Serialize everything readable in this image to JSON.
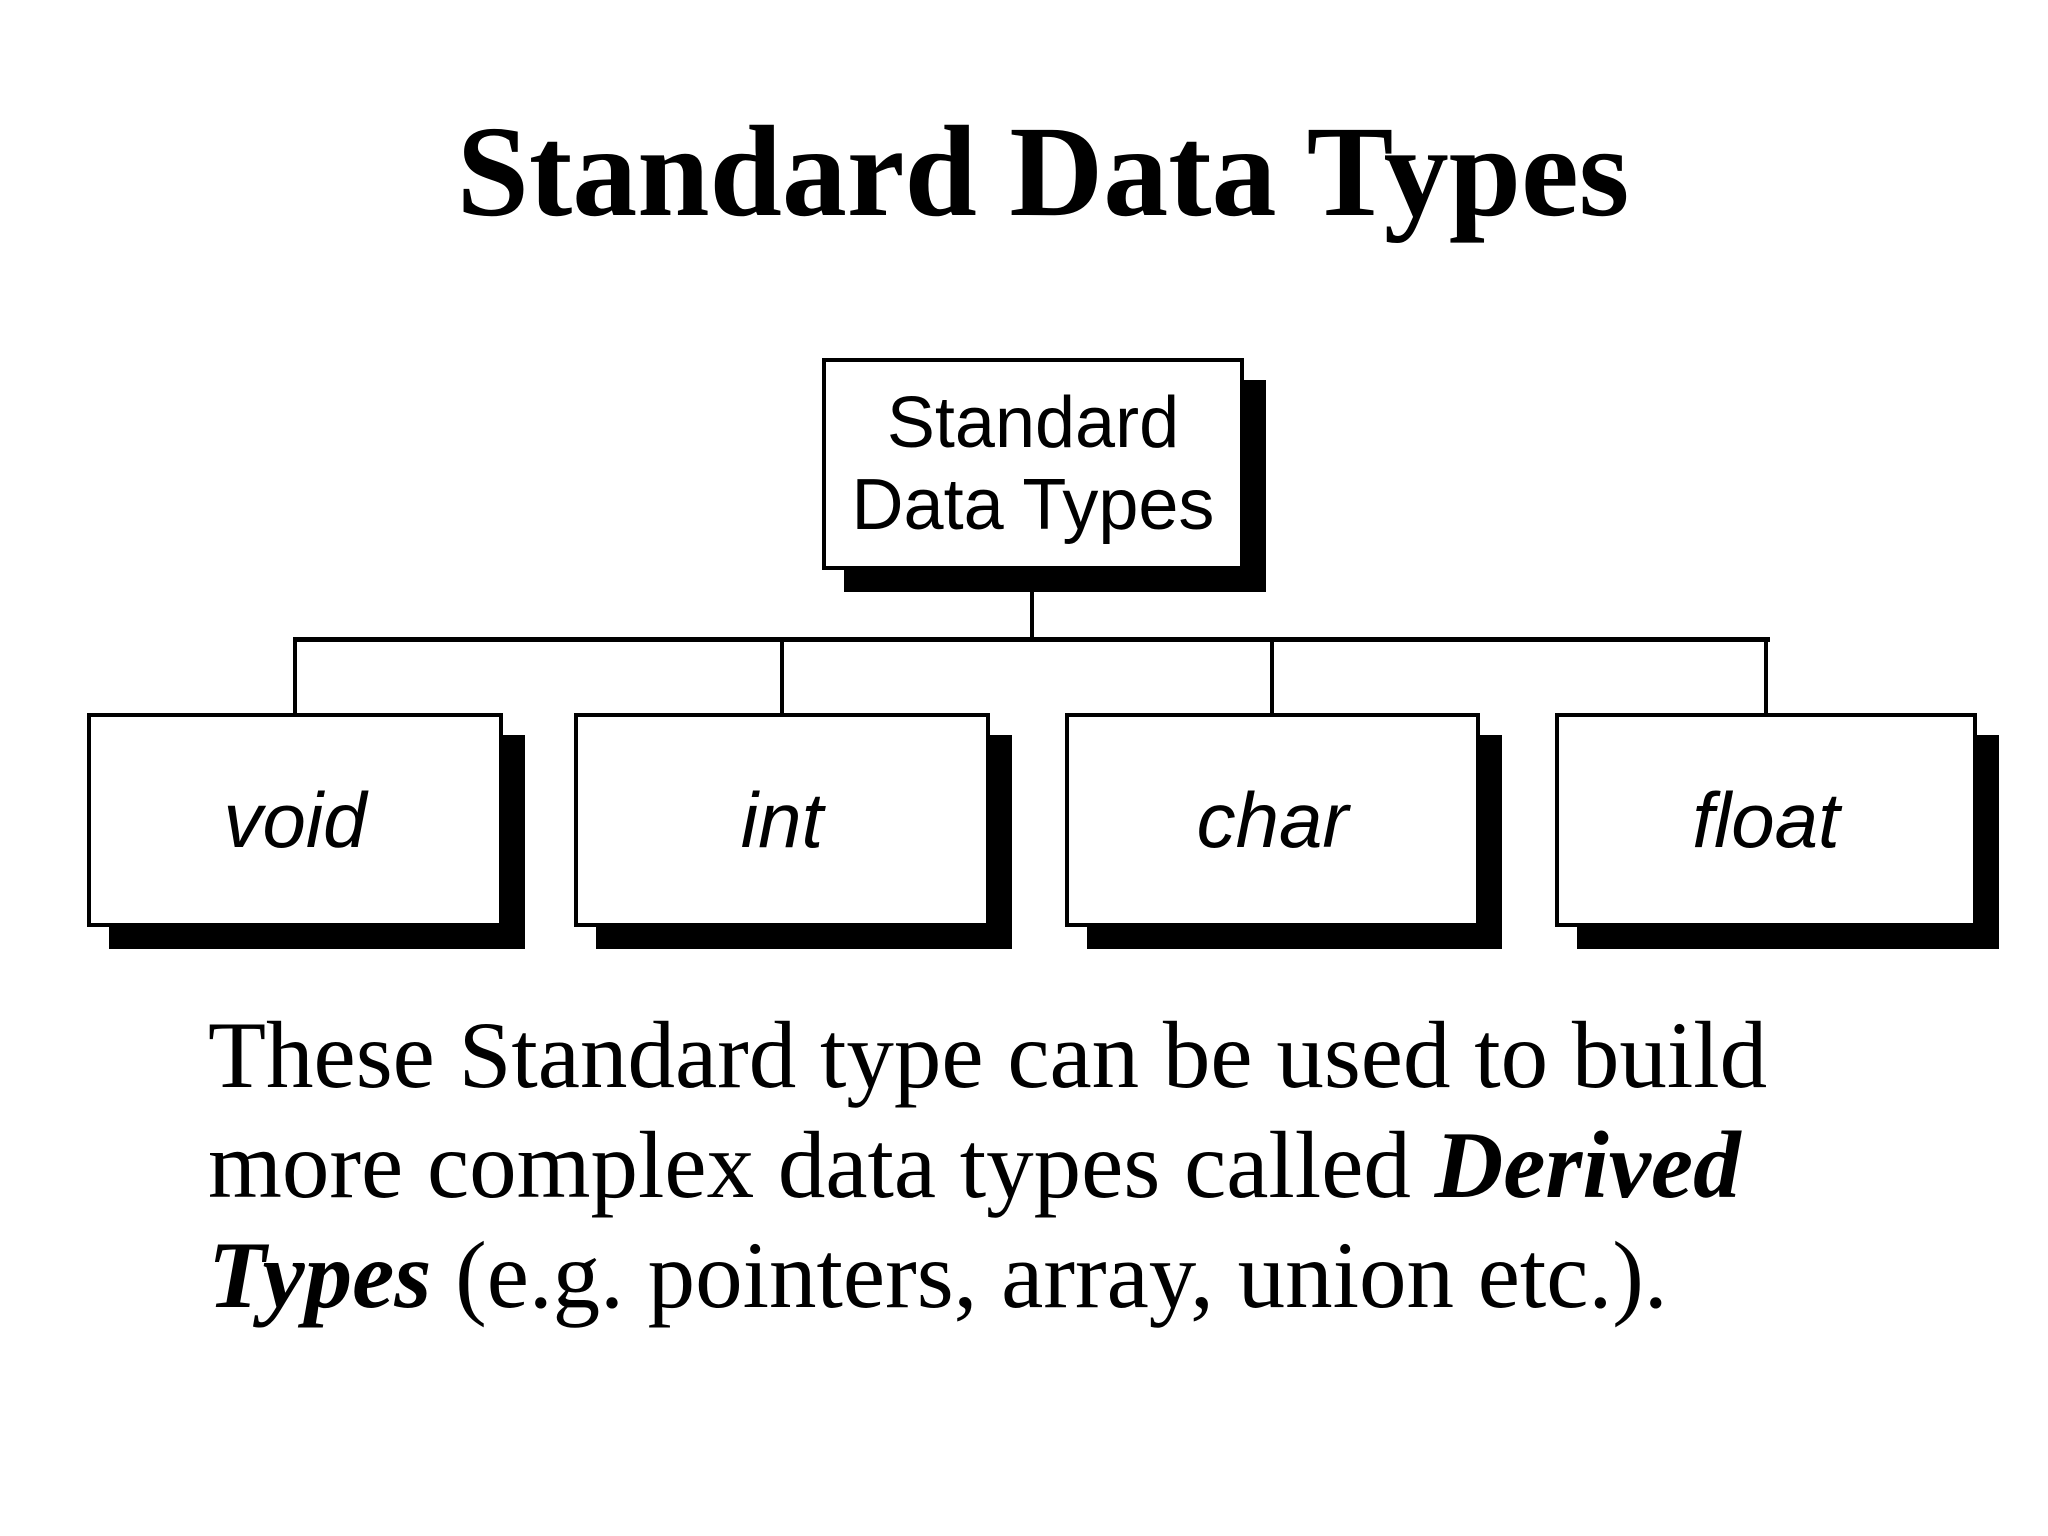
{
  "title": "Standard Data Types",
  "tree": {
    "root": {
      "label_lines": [
        "Standard",
        "Data Types"
      ]
    },
    "children": [
      {
        "label": "void"
      },
      {
        "label": "int"
      },
      {
        "label": "char"
      },
      {
        "label": "float"
      }
    ]
  },
  "body_text": {
    "line1": "These Standard type can be used to build",
    "line2_normal": "more complex data types called ",
    "line2_bold": "Derived",
    "line3_bold": "Types",
    "line3_normal": " (e.g. pointers, array, union etc.)."
  },
  "colors": {
    "background": "#ffffff",
    "foreground": "#000000",
    "box_fill": "#ffffff",
    "box_border": "#000000",
    "box_shadow": "#000000"
  }
}
